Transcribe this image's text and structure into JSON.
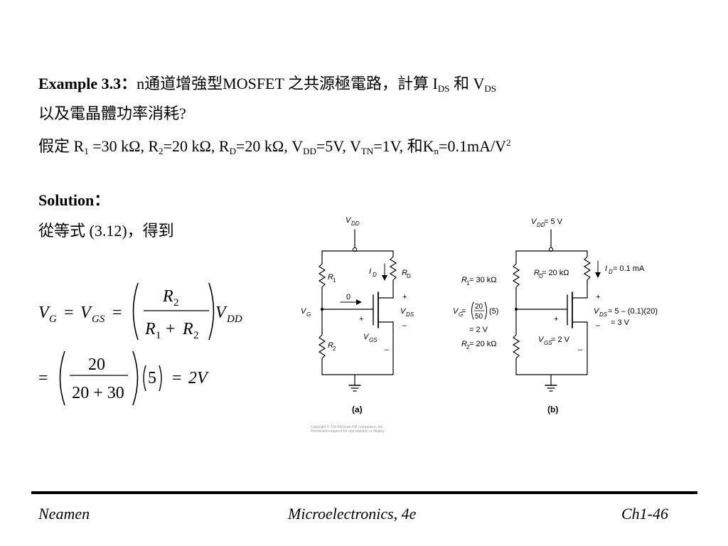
{
  "problem": {
    "heading": "Example 3.3",
    "colon": "：",
    "intro": "n通道增強型MOSFET 之共源極電路，計算 I",
    "ids_sub": "DS",
    "and": " 和 V",
    "vds_sub": "DS",
    "line2": "以及電晶體功率消耗?",
    "assume_prefix": "假定 R",
    "r1_sub": "1",
    "r1_val": " =30 kΩ, R",
    "r2_sub": "2",
    "r2_val": "=20 kΩ, R",
    "rd_sub": "D",
    "rd_val": "=20 kΩ, V",
    "vdd_sub": "DD",
    "vdd_val": "=5V, V",
    "vtn_sub": "TN",
    "vtn_val": "=1V, 和K",
    "kn_sub": "n",
    "kn_val": "=0.1mA/V",
    "kn_sup": "2"
  },
  "solution": {
    "heading": "Solution",
    "colon": "：",
    "from_eq": "從等式 (3.12)，得到"
  },
  "equations": {
    "eq1": {
      "lhs_v": "V",
      "lhs_sub": "G",
      "eq": "=",
      "vgs_v": "V",
      "vgs_sub": "GS",
      "eq2": "=",
      "num_r": "R",
      "num_sub": "2",
      "den_r1": "R",
      "den_sub1": "1",
      "plus": "+",
      "den_r2": "R",
      "den_sub2": "2",
      "rhs_v": "V",
      "rhs_sub": "DD"
    },
    "eq2": {
      "eq": "=",
      "num": "20",
      "den": "20 + 30",
      "five": "5",
      "eq_r": "=",
      "result": "2V"
    }
  },
  "circuit_a": {
    "vdd": "V",
    "vdd_sub": "DD",
    "r1": "R",
    "r1_sub": "1",
    "r2": "R",
    "r2_sub": "2",
    "rd": "R",
    "rd_sub": "D",
    "id": "I",
    "id_sub": "D",
    "zero": "0",
    "vg": "V",
    "vg_sub": "G",
    "vds": "V",
    "vds_sub": "DS",
    "vgs": "V",
    "vgs_sub": "GS",
    "plus": "+",
    "minus": "–",
    "caption": "(a)"
  },
  "circuit_b": {
    "vdd": "V",
    "vdd_sub": "DD",
    "vdd_val": " = 5 V",
    "r1": "R",
    "r1_sub": "1",
    "r1_val": " = 30 kΩ",
    "rd": "R",
    "rd_sub": "D",
    "rd_val": " = 20 kΩ",
    "r2": "R",
    "r2_sub": "2",
    "r2_val": " = 20 kΩ",
    "id": "I",
    "id_sub": "D",
    "id_val": " = 0.1 mA",
    "vg": "V",
    "vg_sub": "G",
    "vg_eq": " = ",
    "vg_num": "20",
    "vg_den": "50",
    "vg_five": "(5)",
    "vg_result": "= 2 V",
    "vds": "V",
    "vds_sub": "DS",
    "vds_val": " = 5 – (0.1)(20)",
    "vds_result": "= 3 V",
    "vgs": "V",
    "vgs_sub": "GS",
    "vgs_val": " = 2 V",
    "plus": "+",
    "minus": "–",
    "caption": "(b)"
  },
  "copyright": {
    "line1": "Copyright © The McGraw-Hill Companies, Inc.",
    "line2": "Permission required for reproduction or display."
  },
  "footer": {
    "author": "Neamen",
    "title": "Microelectronics, 4e",
    "page": "Ch1-46"
  }
}
